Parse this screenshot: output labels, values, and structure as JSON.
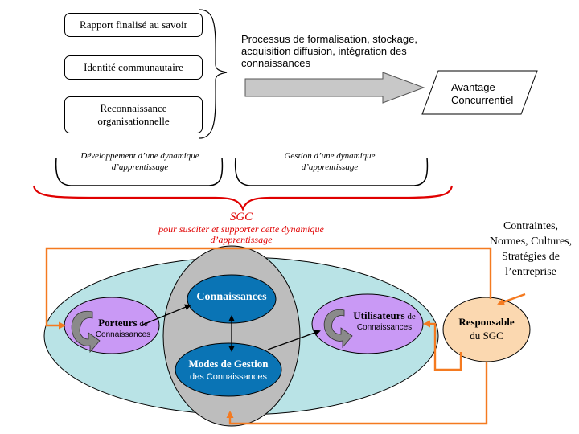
{
  "top_boxes": {
    "rapport": "Rapport finalisé au savoir",
    "identite": "Identité communautaire",
    "reconnaissance": "Reconnaissance organisationnelle"
  },
  "process_text": "Processus de formalisation, stockage, acquisition diffusion, intégration des connaissances",
  "avantage": "Avantage Concurrentiel",
  "brace_left_label": "Développement d’une dynamique d’apprentissage",
  "brace_right_label": "Gestion d’une dynamique d’apprentissage",
  "sgc": {
    "title": "SGC",
    "subtitle": "pour susciter et supporter cette dynamique d’apprentissage"
  },
  "contraintes": "Contraintes, Normes, Cultures, Stratégies de l’entreprise",
  "bottom": {
    "connaissances": "Connaissances",
    "modes_title": "Modes de Gestion",
    "modes_sub": "des Connaissances",
    "porteurs_bold": "Porteurs",
    "porteurs_de": "de",
    "porteurs_sub": "Connaissances",
    "utilisateurs_bold": "Utilisateurs",
    "utilisateurs_de": "de",
    "utilisateurs_sub": "Connaissances",
    "responsable_bold": "Responsable",
    "responsable_sub": "du SGC"
  },
  "colors": {
    "orange": "#f47a20",
    "red": "#e00000",
    "light_blue": "#b9e3e6",
    "grey": "#bdbdbd",
    "blue": "#0a74b5",
    "purple": "#c999f5",
    "peach": "#fbd8b0",
    "arrow_grey": "#c8c8c8"
  }
}
